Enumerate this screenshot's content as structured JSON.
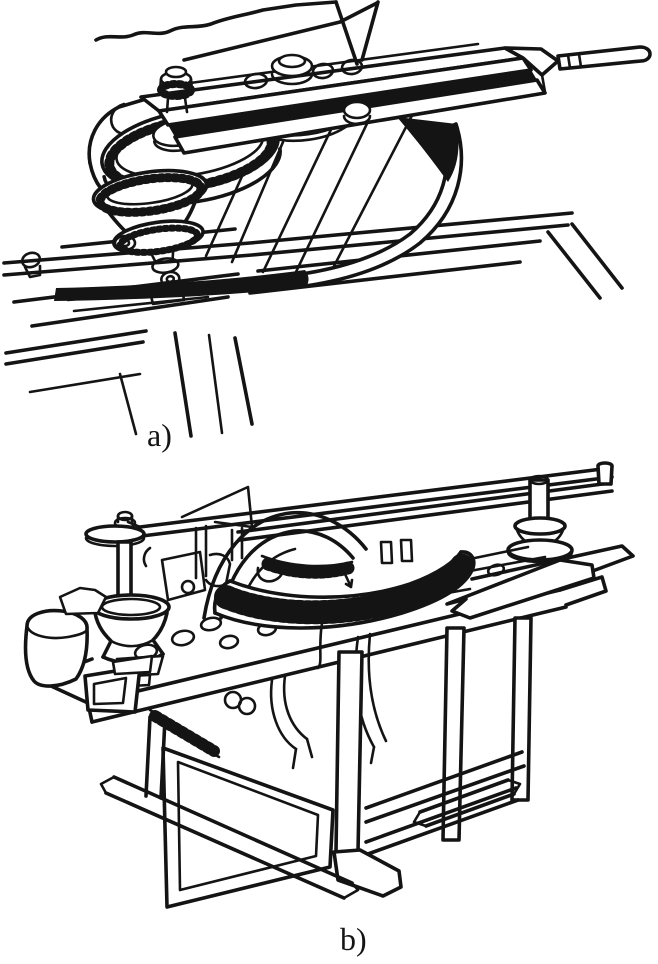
{
  "page": {
    "background_color": "#ffffff",
    "ink_color": "#141414"
  },
  "figures": [
    {
      "id": "a",
      "label": "a)"
    },
    {
      "id": "b",
      "label": "b)"
    }
  ]
}
